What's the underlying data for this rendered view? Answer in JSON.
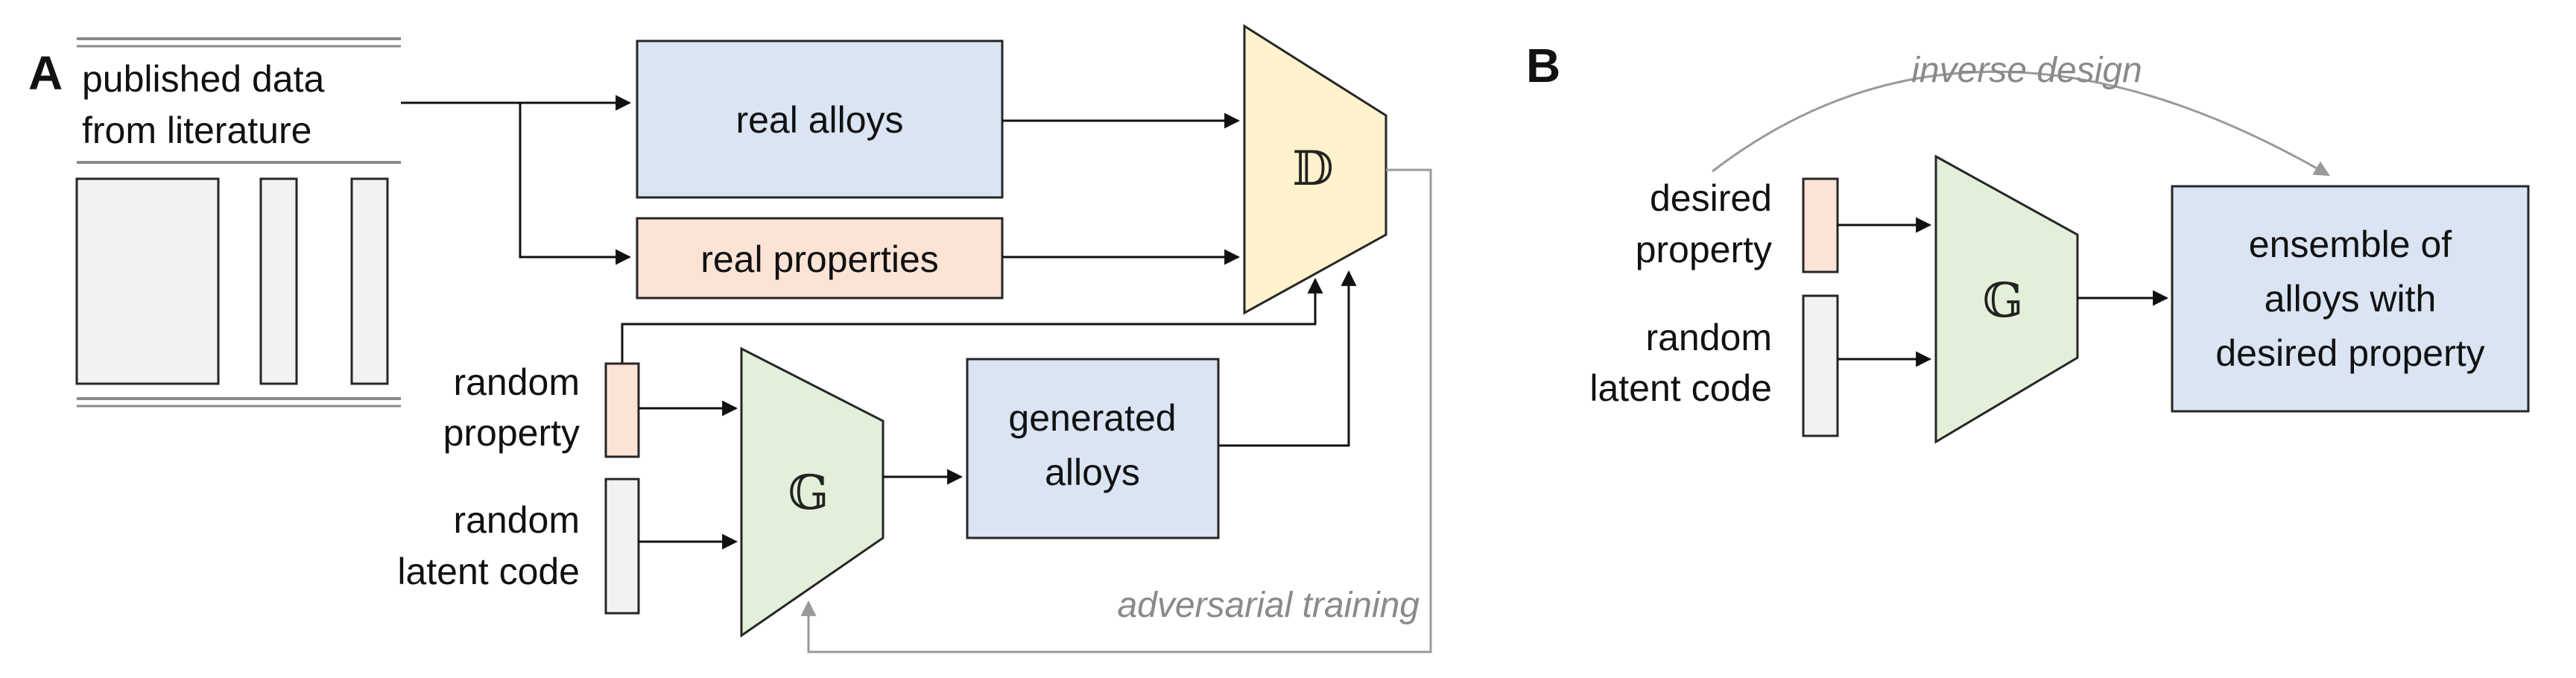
{
  "panel_a": {
    "label": "A",
    "source": {
      "line1": "published data",
      "line2": "from literature"
    },
    "real_alloys": "real alloys",
    "real_properties": "real properties",
    "random_property": {
      "line1": "random",
      "line2": "property"
    },
    "random_latent": {
      "line1": "random",
      "line2": "latent code"
    },
    "generator_symbol": "𝔾",
    "discriminator_symbol": "𝔻",
    "generated_alloys": {
      "line1": "generated",
      "line2": "alloys"
    },
    "loop_label": "adversarial training"
  },
  "panel_b": {
    "label": "B",
    "loop_label": "inverse design",
    "desired_property": {
      "line1": "desired",
      "line2": "property"
    },
    "random_latent": {
      "line1": "random",
      "line2": "latent code"
    },
    "generator_symbol": "𝔾",
    "output": {
      "line1": "ensemble of",
      "line2": "alloys with",
      "line3": "desired property"
    }
  },
  "colors": {
    "blue_box": "#dae4f3",
    "orange_box": "#fbe3d6",
    "gray_box": "#f2f2f2",
    "generator": "#e2efd9",
    "discriminator": "#fff2cc",
    "stroke": "#262626",
    "arrow": "#111111",
    "feedback": "#9a9a9a"
  }
}
